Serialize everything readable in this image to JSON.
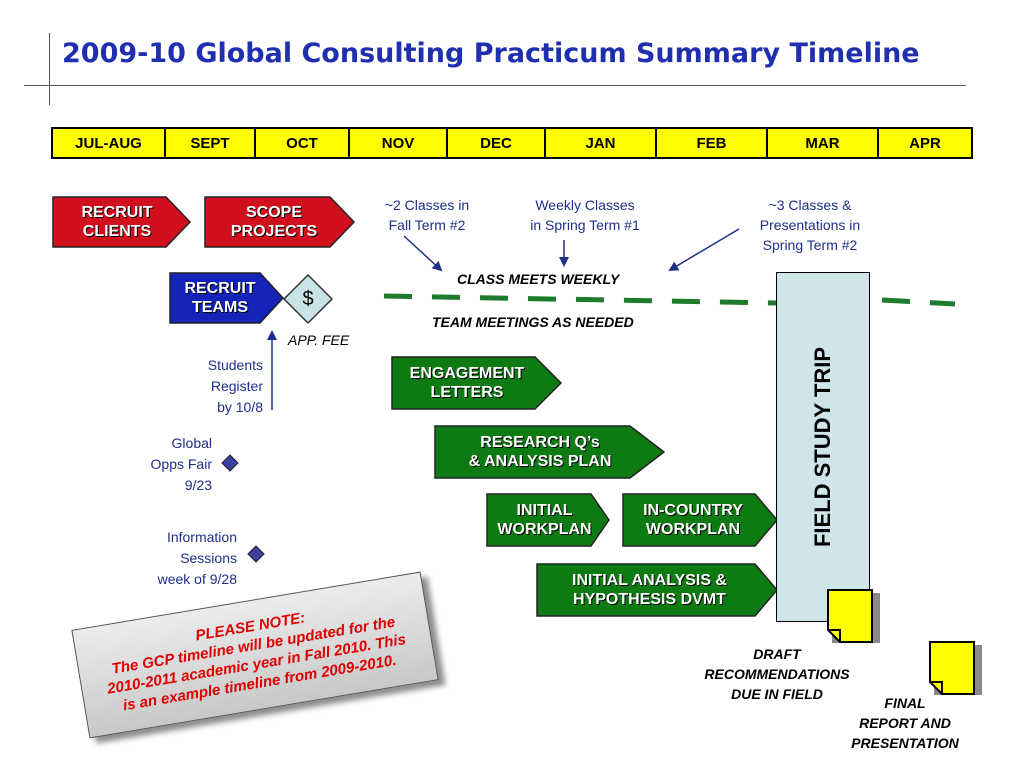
{
  "title": "2009-10 Global Consulting Practicum Summary Timeline",
  "months": [
    "JUL-AUG",
    "SEPT",
    "OCT",
    "NOV",
    "DEC",
    "JAN",
    "FEB",
    "MAR",
    "APR"
  ],
  "colors": {
    "title": "#1f2fb0",
    "month_bar": "#ffff00",
    "red_box": "#d0101c",
    "green_box": "#0e7a12",
    "blue_box": "#1423b8",
    "dash_line": "#1e7a2c",
    "note_text": "#1f2f8a",
    "please_note": "#e00000",
    "field_trip_fill": "#cfe5ea"
  },
  "boxes": {
    "recruit_clients": "RECRUIT\nCLIENTS",
    "scope_projects": "SCOPE\nPROJECTS",
    "recruit_teams": "RECRUIT\nTEAMS",
    "fee_symbol": "$",
    "engagement_letters": "ENGAGEMENT\nLETTERS",
    "research_qs": "RESEARCH Q’s\n& ANALYSIS PLAN",
    "initial_workplan": "INITIAL\nWORKPLAN",
    "in_country_workplan": "IN-COUNTRY\nWORKPLAN",
    "initial_analysis": "INITIAL ANALYSIS &\nHYPOTHESIS DVMT"
  },
  "notes": {
    "fall_classes": "~2 Classes in\nFall Term #2",
    "spring_weekly": "Weekly Classes\nin Spring Term #1",
    "spring_classes": "~3 Classes &\nPresentations in\nSpring Term #2",
    "class_meets": "CLASS MEETS WEEKLY",
    "team_meetings": "TEAM MEETINGS AS NEEDED",
    "app_fee": "APP. FEE",
    "students_register": "Students\nRegister\nby 10/8",
    "global_opps": "Global\nOpps Fair\n9/23",
    "info_sessions": "Information\nSessions\nweek of 9/28"
  },
  "field_trip": "FIELD STUDY TRIP",
  "draft_recommendations": "DRAFT\nRECOMMENDATIONS\nDUE IN FIELD",
  "final_report": "FINAL\nREPORT AND\nPRESENTATION",
  "please_note": {
    "heading": "PLEASE NOTE:",
    "body": "The GCP timeline will be updated for the\n2010-2011 academic year in Fall 2010. This\nis an example timeline from 2009-2010."
  },
  "icons": {
    "milestone": "diamond-icon",
    "document": "document-icon",
    "arrow": "arrow-icon"
  }
}
